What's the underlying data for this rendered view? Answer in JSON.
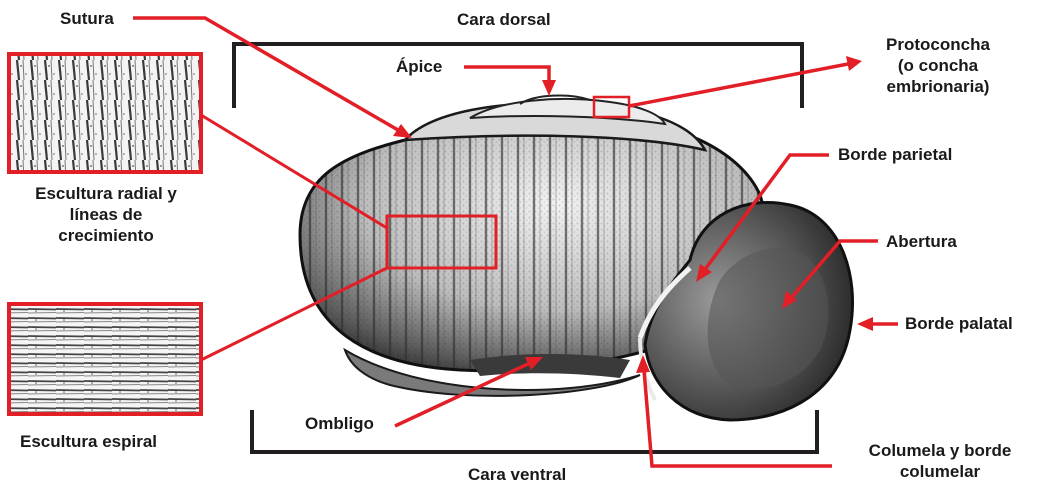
{
  "labels": {
    "sutura": "Sutura",
    "cara_dorsal": "Cara dorsal",
    "apice": "Ápice",
    "protoconcha_1": "Protoconcha",
    "protoconcha_2": "(o concha",
    "protoconcha_3": "embrionaria)",
    "borde_parietal": "Borde parietal",
    "abertura": "Abertura",
    "borde_palatal": "Borde palatal",
    "escultura_radial_1": "Escultura radial y",
    "escultura_radial_2": "líneas de",
    "escultura_radial_3": "crecimiento",
    "escultura_espiral": "Escultura espiral",
    "ombligo": "Ombligo",
    "cara_ventral": "Cara ventral",
    "columela_1": "Columela y borde",
    "columela_2": "columelar"
  },
  "colors": {
    "accent": "#e21e26",
    "bracket": "#231f20",
    "text": "#1a1a1a"
  }
}
